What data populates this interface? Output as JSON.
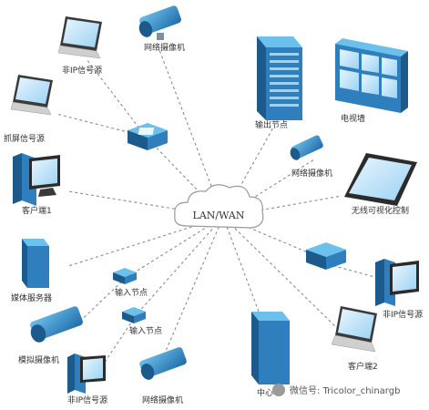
{
  "diagram": {
    "hub_label": "LAN/WAN",
    "nodes": [
      {
        "id": "laptop_top",
        "label": "非IP信号源",
        "icon": "laptop-icon"
      },
      {
        "id": "camera_top",
        "label": "网络摄像机",
        "icon": "camera-icon"
      },
      {
        "id": "server_out",
        "label": "输出节点",
        "icon": "server-icon"
      },
      {
        "id": "videowall",
        "label": "电视墙",
        "icon": "video-wall-icon"
      },
      {
        "id": "laptop_left",
        "label": "抓屏信号源",
        "icon": "laptop-icon"
      },
      {
        "id": "camera_mid",
        "label": "网络摄像机",
        "icon": "camera-icon"
      },
      {
        "id": "client1",
        "label": "客户端1",
        "icon": "desktop-pc-icon"
      },
      {
        "id": "tablet",
        "label": "无线可视化控制",
        "icon": "tablet-icon"
      },
      {
        "id": "media_server",
        "label": "媒体服务器",
        "icon": "server-icon"
      },
      {
        "id": "input1",
        "label": "输入节点",
        "icon": "node-box-icon"
      },
      {
        "id": "input2",
        "label": "输入节点",
        "icon": "node-box-icon"
      },
      {
        "id": "analog_cam",
        "label": "模拟摄像机",
        "icon": "camera-icon"
      },
      {
        "id": "nonip_bottom",
        "label": "非IP信号源",
        "icon": "desktop-pc-icon"
      },
      {
        "id": "camera_bottom",
        "label": "网络摄像机",
        "icon": "camera-icon"
      },
      {
        "id": "center",
        "label": "中心",
        "icon": "server-icon"
      },
      {
        "id": "laptop_client2",
        "label": "客户端2",
        "icon": "laptop-icon"
      },
      {
        "id": "pc_right",
        "label": "非IP信号源",
        "icon": "desktop-pc-icon"
      },
      {
        "id": "switch_top",
        "label": "",
        "icon": "node-box-icon"
      },
      {
        "id": "switch_right",
        "label": "",
        "icon": "node-box-icon"
      }
    ],
    "watermark": "微信号: Tricolor_chinargb",
    "colors": {
      "device_blue": "#2f7fbf",
      "device_dark": "#1d5a8c",
      "device_light": "#5fb0e0",
      "line": "#8c8c8c"
    }
  }
}
